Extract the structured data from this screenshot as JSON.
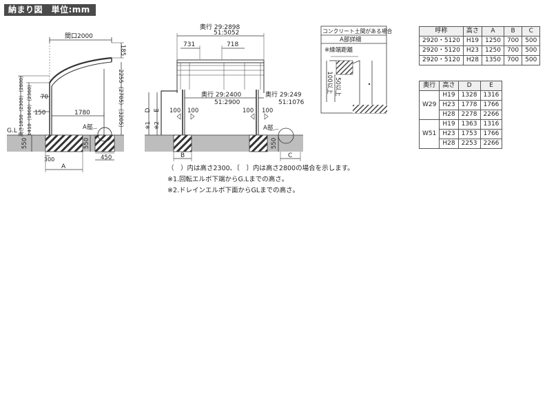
{
  "header": {
    "title": "納まり図　単位:mm"
  },
  "side_view": {
    "frontage": "間口2000",
    "top_offset": "185",
    "height_left": "高さ1850（2300）〔2800〕",
    "height_left2": "1410（1860）〔2360〕",
    "height_right": "2255（2705）〔3205〕",
    "d70": "70",
    "d150": "150",
    "d1780": "1780",
    "gl": "G.L",
    "a_part": "A部",
    "d550_left": "550",
    "d550_right": "550",
    "d300": "300",
    "d450": "450",
    "dim_a": "A"
  },
  "front_view": {
    "depth_top": [
      "奥行 29:2898",
      "51:5052"
    ],
    "d731": "731",
    "d718": "718",
    "depth_mid": [
      "奥行 29:2400",
      "51:2900"
    ],
    "depth_right": [
      "奥行 29:249",
      "51:1076"
    ],
    "d100_1": "100",
    "d100_2": "100",
    "d100_3": "100",
    "d100_4": "100",
    "label_d": "D",
    "label_e": "E",
    "note1": "※1",
    "note2": "※2",
    "a_part": "A部",
    "d550": "550",
    "dim_b": "B",
    "dim_c": "C"
  },
  "detail": {
    "title1": "コンクリート土間がある場合",
    "title2": "A部詳細",
    "edge": "※縁端距離",
    "d100": "100以上",
    "d50": "50以上"
  },
  "table1": {
    "headers": [
      "呼称",
      "高さ",
      "A",
      "B",
      "C"
    ],
    "rows": [
      [
        "2920・5120",
        "H19",
        "1250",
        "700",
        "500"
      ],
      [
        "2920・5120",
        "H23",
        "1250",
        "700",
        "500"
      ],
      [
        "2920・5120",
        "H28",
        "1350",
        "700",
        "500"
      ]
    ]
  },
  "table2": {
    "headers": [
      "奥行",
      "高さ",
      "D",
      "E"
    ],
    "groups": [
      {
        "name": "W29",
        "rows": [
          [
            "H19",
            "1328",
            "1316"
          ],
          [
            "H23",
            "1778",
            "1766"
          ],
          [
            "H28",
            "2278",
            "2266"
          ]
        ]
      },
      {
        "name": "W51",
        "rows": [
          [
            "H19",
            "1363",
            "1316"
          ],
          [
            "H23",
            "1753",
            "1766"
          ],
          [
            "H28",
            "2253",
            "2266"
          ]
        ]
      }
    ]
  },
  "notes": [
    "（　）内は高さ2300、〔　〕内は高さ2800の場合を示します。",
    "※1.回転エルボ下端からG.Lまでの高さ。",
    "※2.ドレインエルボ下面からGLまでの高さ。"
  ]
}
